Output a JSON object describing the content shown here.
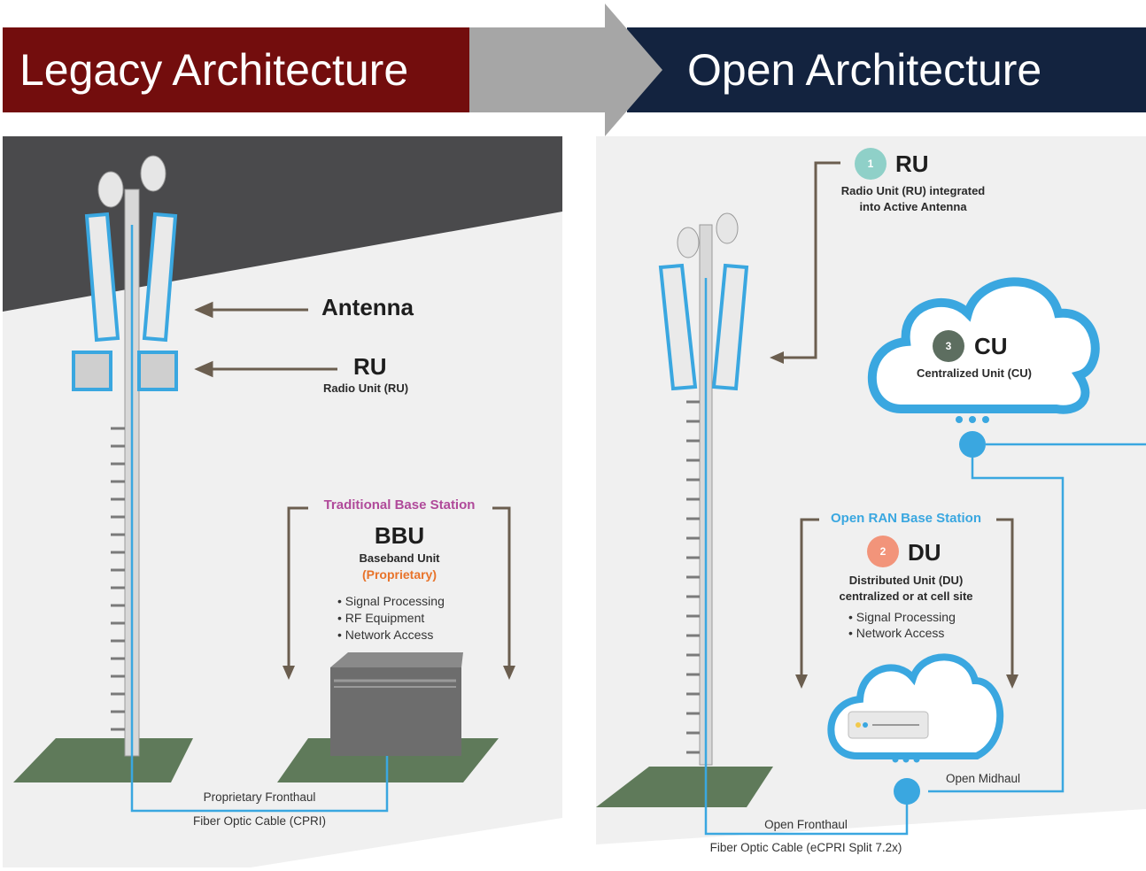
{
  "banners": {
    "legacy_title": "Legacy Architecture",
    "open_title": "Open Architecture",
    "legacy_color": "#730d0d",
    "open_color": "#13233f",
    "arrow_color": "#a6a6a6"
  },
  "legacy": {
    "antenna_label": "Antenna",
    "ru_label": "RU",
    "ru_sub": "Radio Unit (RU)",
    "station_title": "Traditional Base Station",
    "bbu_label": "BBU",
    "bbu_sub": "Baseband Unit",
    "bbu_note": "(Proprietary)",
    "bbu_bullets": [
      "• Signal Processing",
      "• RF Equipment",
      "• Network Access"
    ],
    "fronthaul": "Proprietary Fronthaul",
    "cable": "Fiber Optic Cable (CPRI)"
  },
  "open": {
    "ru_badge": "1",
    "ru_label": "RU",
    "ru_sub": [
      "Radio Unit (RU) integrated",
      "into Active Antenna"
    ],
    "cu_badge": "3",
    "cu_label": "CU",
    "cu_sub": "Centralized Unit (CU)",
    "station_title": "Open RAN Base Station",
    "du_badge": "2",
    "du_label": "DU",
    "du_sub": [
      "Distributed Unit (DU)",
      "centralized or at cell site"
    ],
    "du_bullets": [
      "• Signal Processing",
      "• Network Access"
    ],
    "midhaul": "Open Midhaul",
    "fronthaul": "Open Fronthaul",
    "cable": "Fiber Optic Cable (eCPRI Split 7.2x)"
  },
  "colors": {
    "accent_blue": "#3aa7e0",
    "badge_ru": "#8fd0c8",
    "badge_cu": "#5d6e60",
    "badge_du": "#f2947a"
  }
}
